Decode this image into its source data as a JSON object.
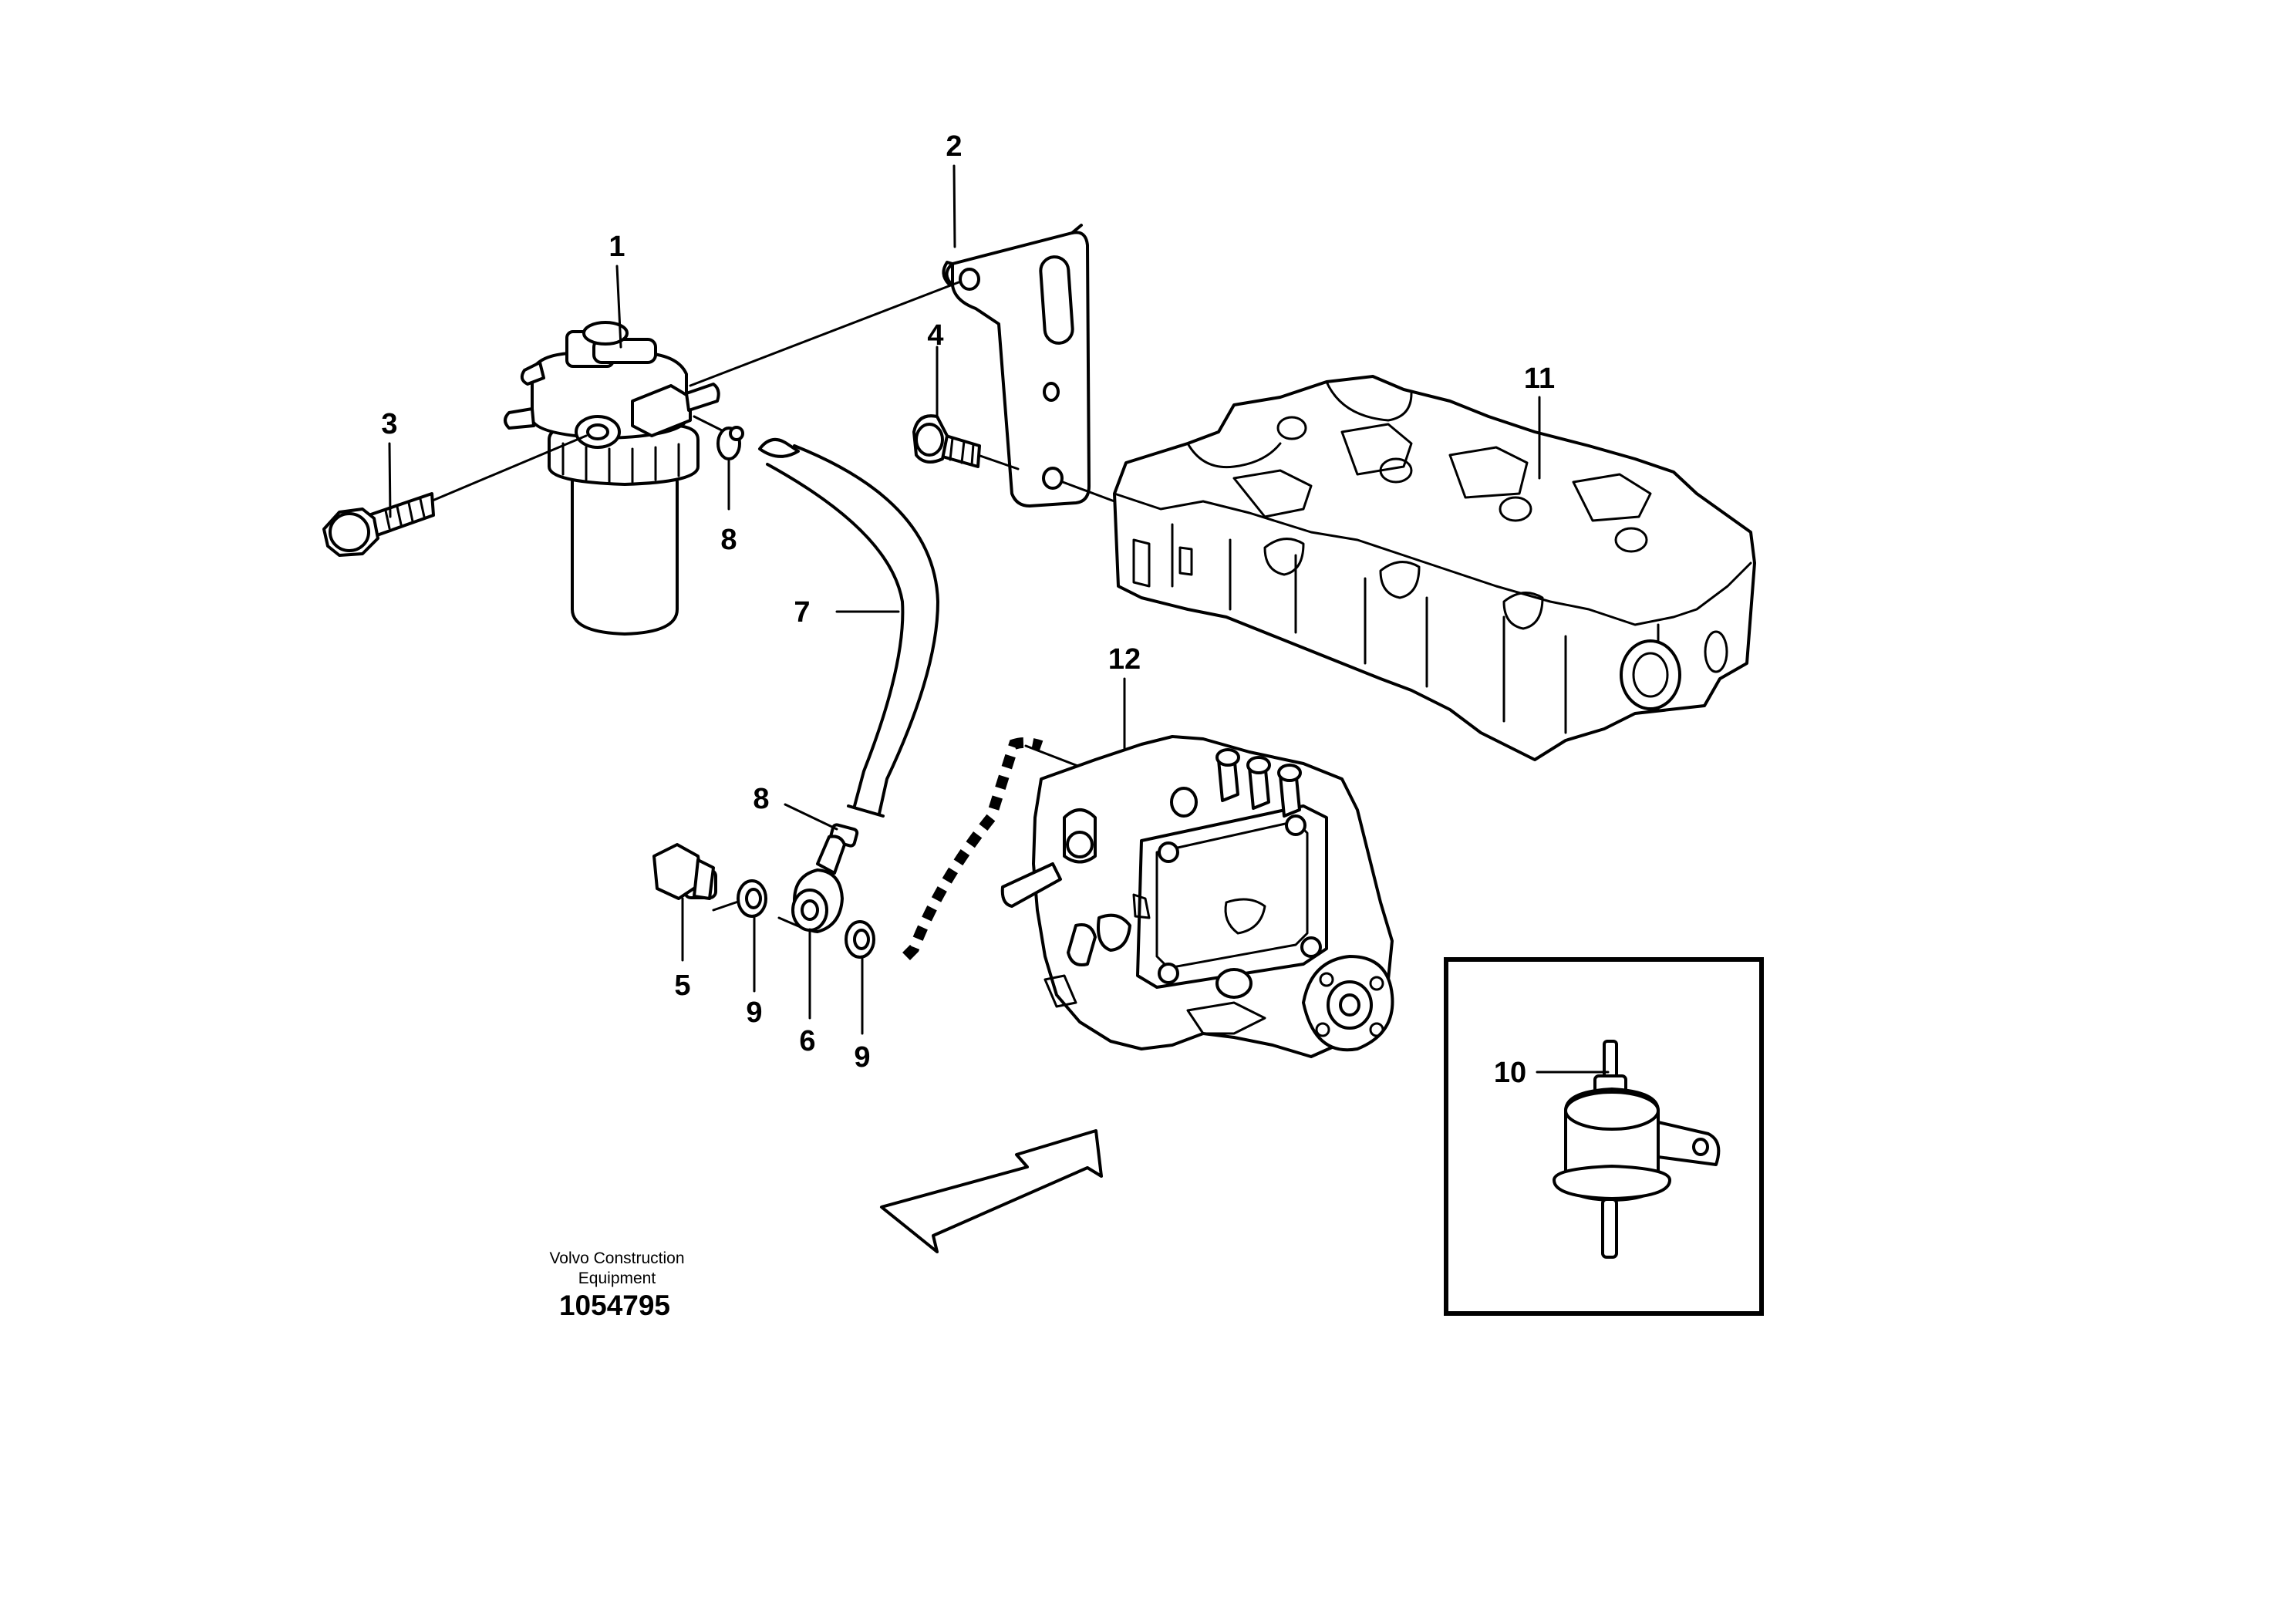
{
  "callouts": {
    "c1": "1",
    "c2": "2",
    "c3": "3",
    "c4": "4",
    "c5": "5",
    "c6": "6",
    "c7": "7",
    "c8a": "8",
    "c8b": "8",
    "c9a": "9",
    "c9b": "9",
    "c10": "10",
    "c11": "11",
    "c12": "12"
  },
  "caption": {
    "line1": "Volvo Construction",
    "line2": "Equipment",
    "doc_number": "1054795"
  },
  "colors": {
    "line": "#000000",
    "background": "#ffffff"
  }
}
